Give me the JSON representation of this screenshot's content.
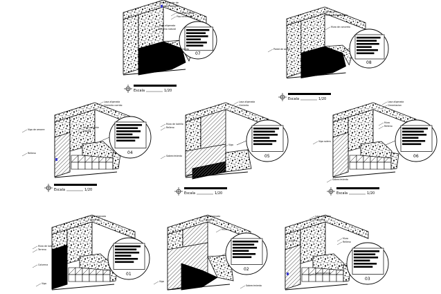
{
  "drawing": {
    "details": [
      {
        "number": "07",
        "labels": [
          "Tensor tubular de",
          "Pared de ladrillo",
          "Loza aligerada",
          "Sobrecimiento",
          "Concreto armado",
          "Piso terminado",
          "Terreno natural"
        ],
        "scale_word": "Escala",
        "scale_value": "1/20"
      },
      {
        "number": "08",
        "labels": [
          "Tensor de",
          "Muro de concreto",
          "Pared de acero",
          "Tarrajeo",
          "Relleno compactado"
        ],
        "scale_word": "Escala",
        "scale_value": "1/20"
      },
      {
        "number": "04",
        "labels": [
          "Losa aligerada",
          "Muro portante",
          "Viga de amarre",
          "Relleno",
          "Cimiento corrido",
          "Zapata"
        ],
        "scale_word": "Escala",
        "scale_value": "1/20"
      },
      {
        "number": "05",
        "labels": [
          "Losa aligerada",
          "Muro de ladrillo",
          "Viga",
          "Sobrecimiento",
          "Cimiento",
          "Relleno"
        ],
        "scale_word": "Escala",
        "scale_value": "1/20"
      },
      {
        "number": "06",
        "labels": [
          "Losa aligerada",
          "Muro",
          "Viga solera",
          "Sobrecimiento",
          "Cimentacion",
          "Relleno"
        ],
        "scale_word": "Escala",
        "scale_value": "1/20"
      },
      {
        "number": "01",
        "labels": [
          "Losa aligerada",
          "Muro de ladrillo",
          "Columna",
          "Viga",
          "Cimiento",
          "Terreno"
        ],
        "scale_word": "",
        "scale_value": ""
      },
      {
        "number": "02",
        "labels": [
          "Losa aligerada",
          "Muro",
          "Viga",
          "Sobrecimiento",
          "Cimiento"
        ],
        "scale_word": "",
        "scale_value": ""
      },
      {
        "number": "03",
        "labels": [
          "Losa aligerada",
          "Muro",
          "Viga",
          "Sobrecimiento",
          "Cimiento",
          "Relleno"
        ],
        "scale_word": "",
        "scale_value": ""
      }
    ]
  }
}
